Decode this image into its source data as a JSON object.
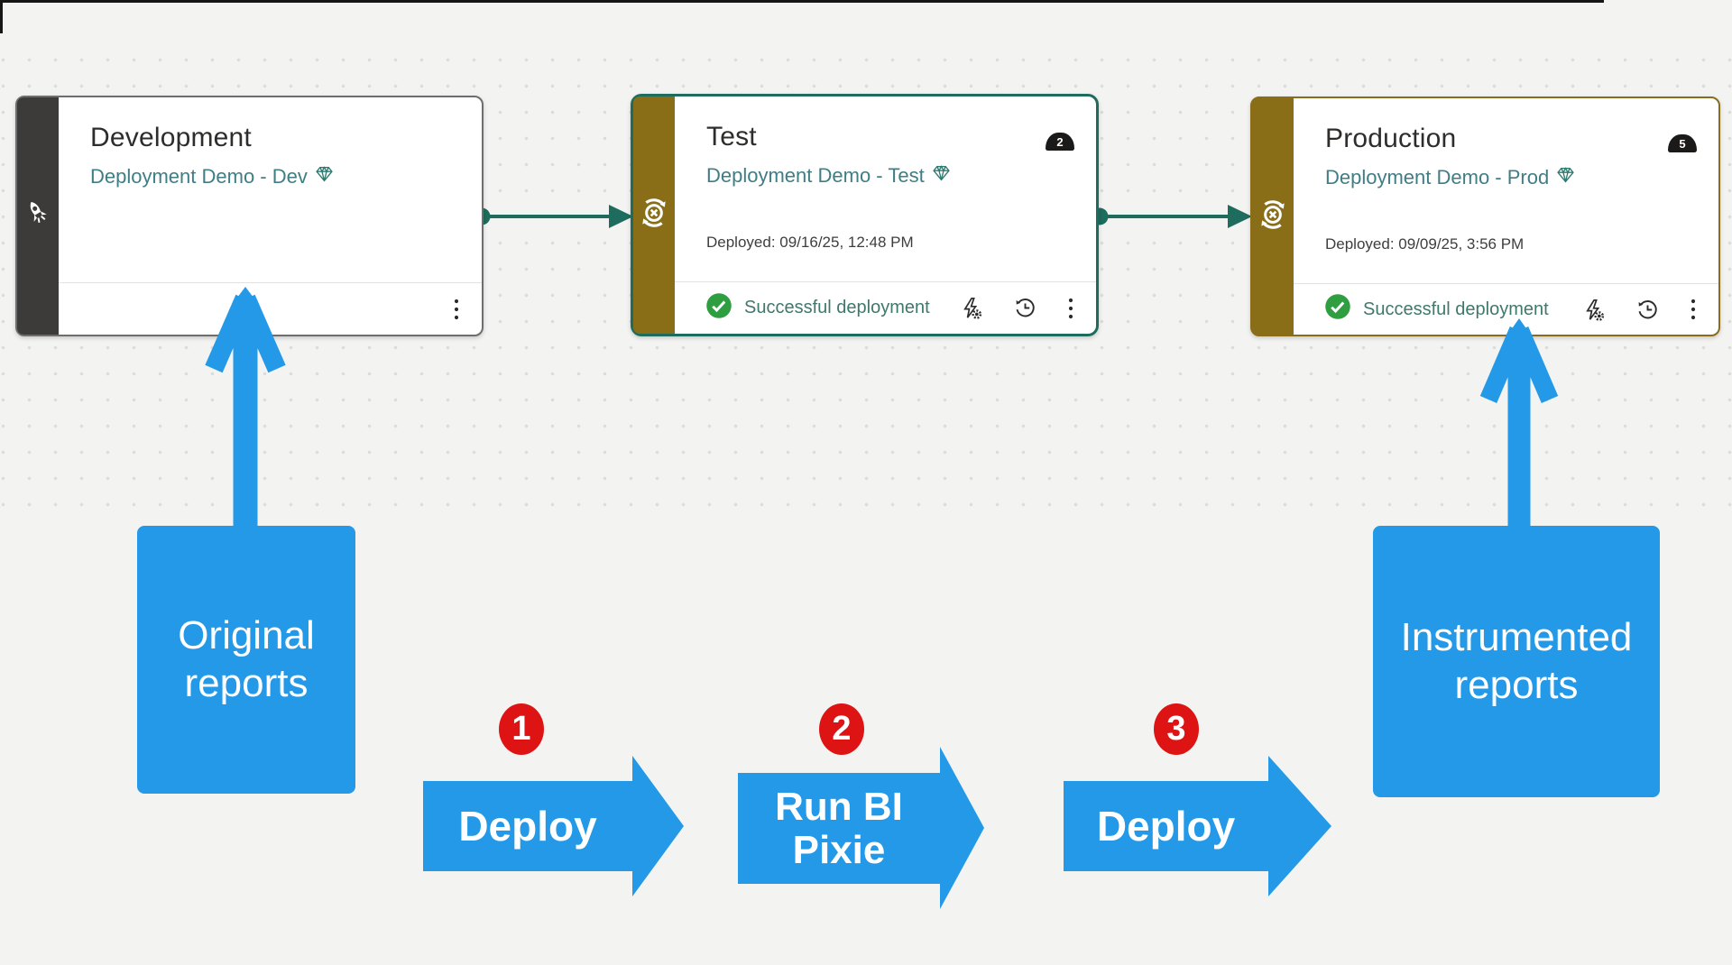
{
  "stages": [
    {
      "name": "Development",
      "workspace": "Deployment Demo - Dev"
    },
    {
      "name": "Test",
      "workspace": "Deployment Demo - Test",
      "deployed": "Deployed: 09/16/25, 12:48 PM",
      "status": "Successful deployment",
      "badge_count": "2"
    },
    {
      "name": "Production",
      "workspace": "Deployment Demo - Prod",
      "deployed": "Deployed: 09/09/25, 3:56 PM",
      "status": "Successful deployment",
      "badge_count": "5"
    }
  ],
  "annotations": {
    "source_box_label": "Original reports",
    "target_box_label": "Instrumented reports",
    "steps": [
      {
        "number": "1",
        "label": "Deploy"
      },
      {
        "number": "2",
        "label": "Run BI Pixie"
      },
      {
        "number": "3",
        "label": "Deploy"
      }
    ]
  },
  "colors": {
    "annotation_blue": "#2399e8",
    "step_red": "#de1414",
    "pipeline_teal": "#1e6c5d",
    "stage_gold": "#8a6d17",
    "stage_dark_gray": "#3c3b39",
    "success_green": "#2f9e41",
    "canvas_bg": "#f3f3f2"
  },
  "icons": {
    "dev_sidebar": "rocket-icon",
    "stage_sidebar": "deploy-sync-icon",
    "workspace": "diamond-gem-icon",
    "footer": [
      "deployment-rules-icon",
      "deployment-history-icon",
      "more-options-icon"
    ],
    "status": "check-circle-icon"
  }
}
